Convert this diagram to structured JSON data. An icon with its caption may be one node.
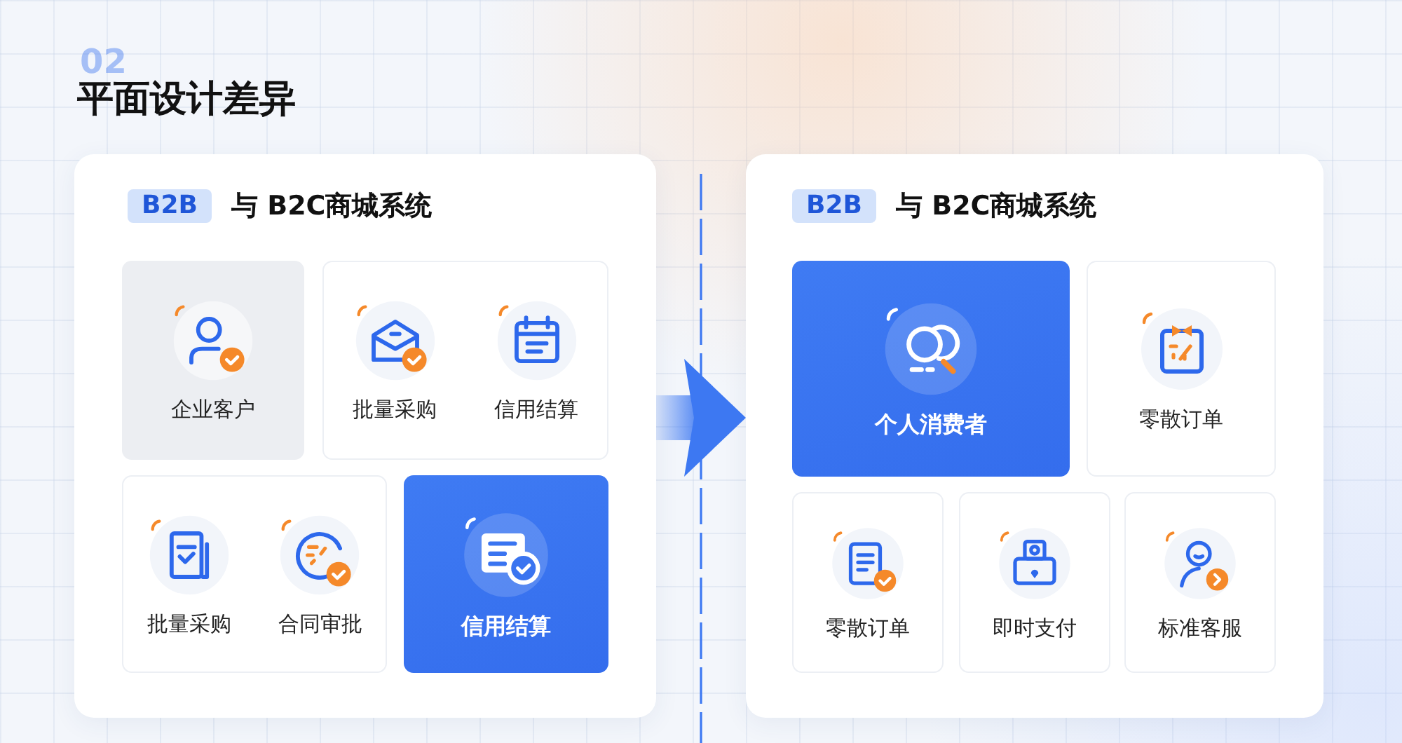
{
  "diagram": {
    "title": "平面设计差异",
    "nodes": [
      {
        "text": [
          "B2B",
          "与 B2C商城系统"
        ]
      },
      {
        "text": [
          "企业客户"
        ],
        "in": 0
      },
      {
        "text": [
          "批量采购",
          "信用结算"
        ],
        "in": 0
      },
      {
        "text": [
          "批量采购",
          "合同审批"
        ],
        "in": 0
      },
      {
        "text": [
          "信用结算"
        ],
        "in": 0
      },
      {
        "text": [
          "B2B",
          "与 B2C商城系统"
        ]
      },
      {
        "text": [
          "个人消费者"
        ],
        "in": 5
      },
      {
        "text": [
          "零散订单"
        ],
        "in": 5
      },
      {
        "text": [
          "零散订单"
        ],
        "in": 5
      },
      {
        "text": [
          "即时支付"
        ],
        "in": 5
      },
      {
        "text": [
          "标准客服"
        ],
        "in": 5
      }
    ],
    "edges": [
      {
        "from": 0,
        "to": 5,
        "arrow": "to"
      }
    ],
    "labels": [
      "02"
    ]
  }
}
